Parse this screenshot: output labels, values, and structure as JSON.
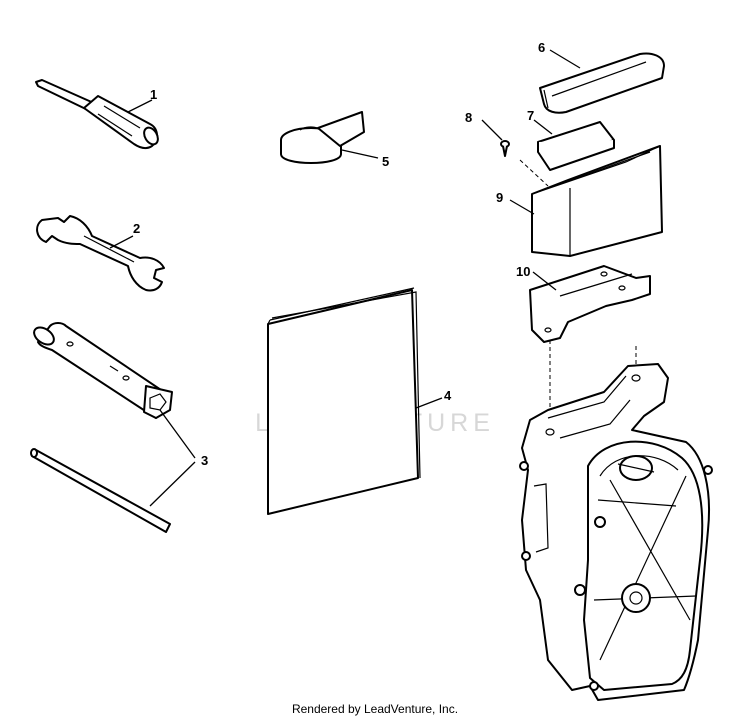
{
  "watermark": {
    "text": "LEADVENTURE",
    "color": "#d7d7d7"
  },
  "callouts": [
    "1",
    "2",
    "3",
    "4",
    "5",
    "6",
    "7",
    "8",
    "9",
    "10"
  ],
  "footer": {
    "credit": "Rendered by LeadVenture, Inc."
  }
}
